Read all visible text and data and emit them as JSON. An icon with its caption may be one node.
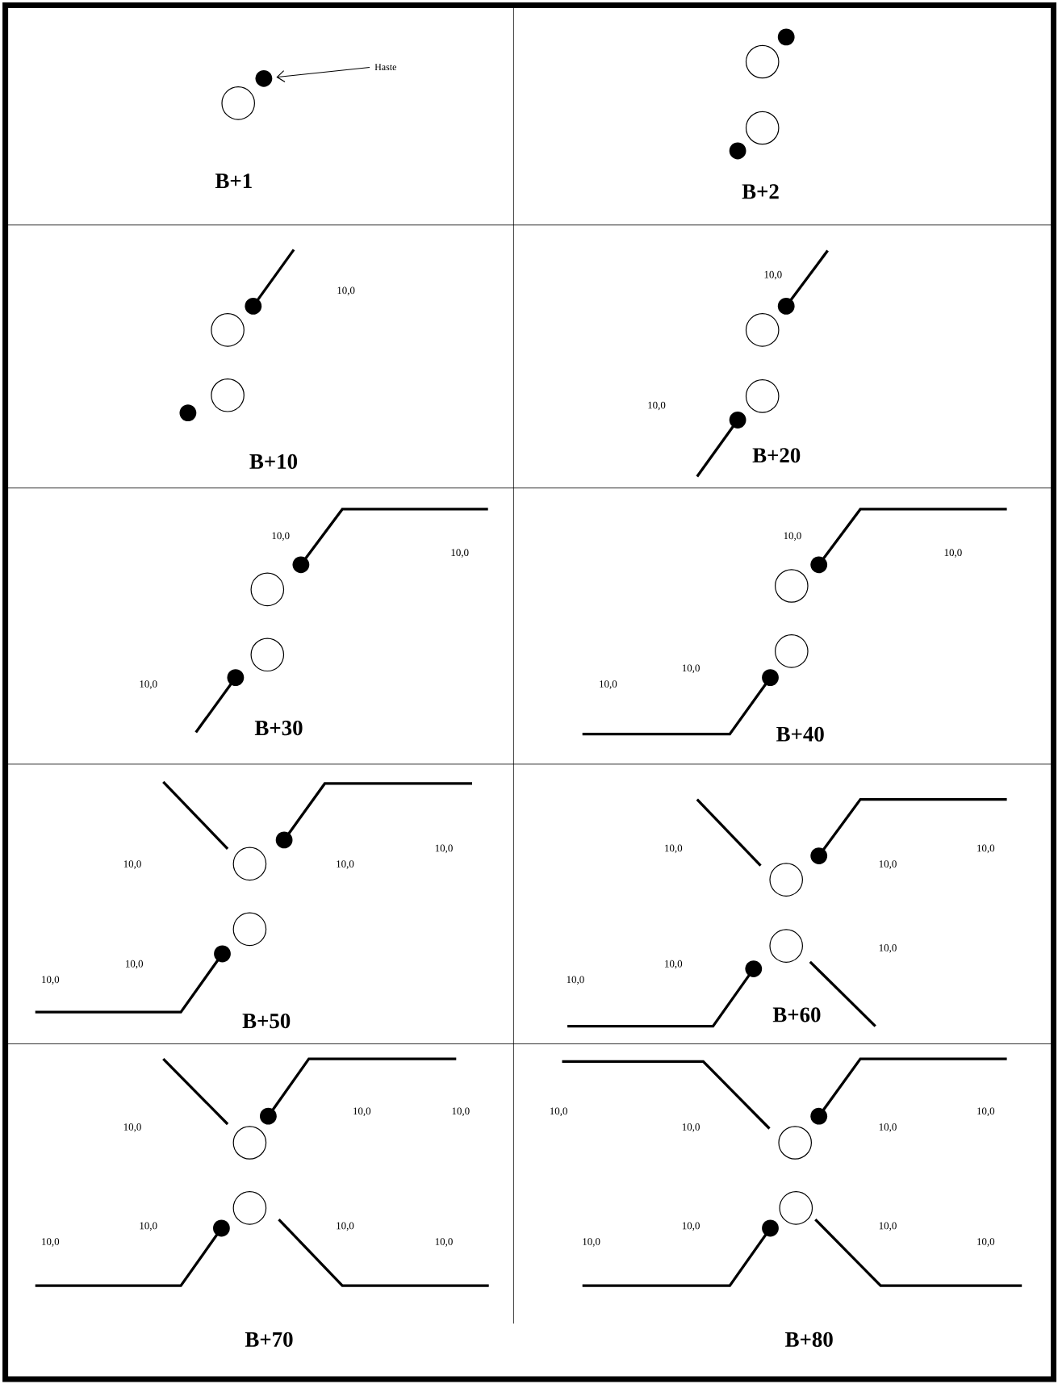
{
  "diagram": {
    "nodes": [
      {
        "text": [
          "Haste"
        ]
      },
      {
        "text": [],
        "shape": "circle"
      }
    ],
    "edges": [
      {
        "from": 0,
        "to": 1,
        "arrow": "to"
      }
    ],
    "labels": [
      "B+1",
      "B+2",
      "10,0",
      "B+10",
      "10,0",
      "10,0",
      "B+20",
      "10,0",
      "10,0",
      "10,0",
      "B+30",
      "10,0",
      "10,0",
      "10,0",
      "10,0",
      "B+40",
      "10,0",
      "10,0",
      "10,0",
      "10,0",
      "10,0",
      "B+50",
      "10,0",
      "10,0",
      "10,0",
      "10,0",
      "10,0",
      "10,0",
      "B+60",
      "10,0",
      "10,0",
      "10,0",
      "10,0",
      "10,0",
      "10,0",
      "10,0",
      "B+70",
      "10,0",
      "10,0",
      "10,0",
      "10,0",
      "10,0",
      "10,0",
      "10,0",
      "10,0",
      "B+80"
    ]
  }
}
